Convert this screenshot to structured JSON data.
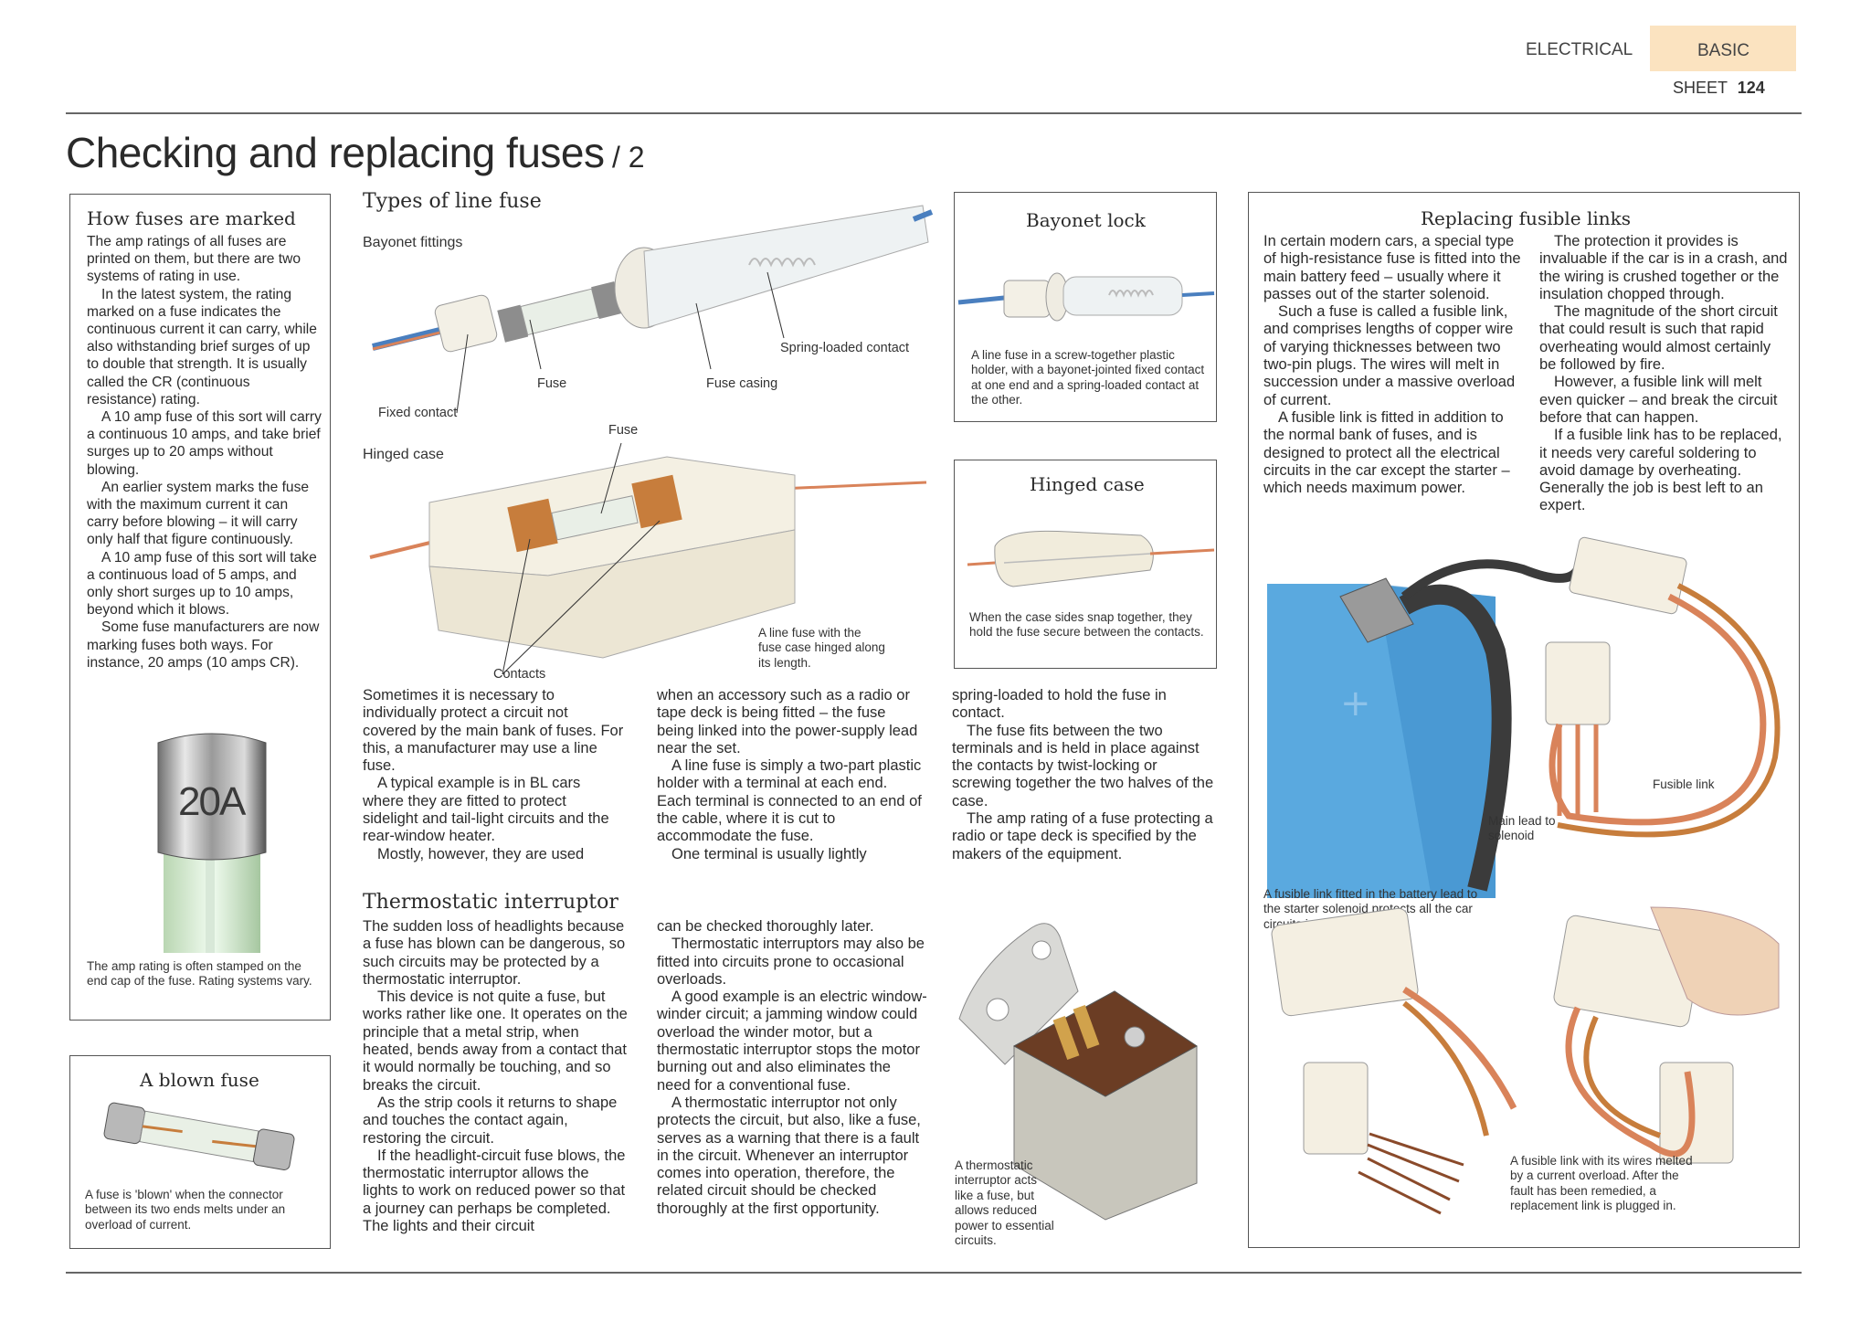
{
  "header": {
    "section": "ELECTRICAL",
    "level": "BASIC",
    "sheet_label": "SHEET",
    "sheet_number": "124"
  },
  "title": {
    "main": "Checking and replacing fuses",
    "part": "/ 2"
  },
  "how_fuses_marked": {
    "title": "How fuses are marked",
    "paragraphs": [
      "The amp ratings of all fuses are printed on them, but there are two systems of rating in use.",
      "In the latest system, the rating marked on a fuse indicates the continuous current it can carry, while also withstanding brief surges of up to double that strength. It is usually called the CR (continuous resistance) rating.",
      "A 10 amp fuse of this sort will carry a continuous 10 amps, and take brief surges up to 20 amps without blowing.",
      "An earlier system marks the fuse with the maximum current it can carry before blowing – it will carry only half that figure continuously.",
      "A 10 amp fuse of this sort will take a continuous load of 5 amps, and only short surges up to 10 amps, beyond which it blows.",
      "Some fuse manufacturers are now marking fuses both ways. For instance, 20 amps (10 amps CR)."
    ],
    "stamp_text": "20A",
    "caption": "The amp rating is often stamped on the end cap of the fuse. Rating systems vary."
  },
  "blown_fuse": {
    "title": "A blown fuse",
    "caption": "A fuse is 'blown' when the connector between its two ends melts under an overload of current."
  },
  "line_fuse": {
    "title": "Types of line fuse",
    "bayonet_heading": "Bayonet fittings",
    "hinged_heading": "Hinged case",
    "labels": {
      "fixed_contact": "Fixed contact",
      "fuse": "Fuse",
      "fuse_casing": "Fuse casing",
      "spring_contact": "Spring-loaded contact",
      "fuse_top": "Fuse",
      "contacts": "Contacts"
    },
    "hinged_caption": "A line fuse with the fuse case hinged along its length."
  },
  "bayonet_lock": {
    "title": "Bayonet lock",
    "caption": "A line fuse in a screw-together plastic holder, with a bayonet-jointed fixed contact at one end and a spring-loaded contact at the other."
  },
  "hinged_case": {
    "title": "Hinged case",
    "caption": "When the case sides snap together, they hold the fuse secure between the contacts."
  },
  "line_fuse_text": {
    "col1": [
      "Sometimes it is necessary to individually protect a circuit not covered by the main bank of fuses. For this, a manufacturer may use a line fuse.",
      "A typical example is in BL cars where they are fitted to protect sidelight and tail-light circuits and the rear-window heater.",
      "Mostly, however, they are used"
    ],
    "col2": [
      "when an accessory such as a radio or tape deck is being fitted – the fuse being linked into the power-supply lead near the set.",
      "A line fuse is simply a two-part plastic holder with a terminal at each end. Each terminal is connected to an end of the cable, where it is cut to accommodate the fuse.",
      "One terminal is usually lightly"
    ],
    "col3": [
      "spring-loaded to hold the fuse in contact.",
      "The fuse fits between the two terminals and is held in place against the contacts by twist-locking or screwing together the two halves of the case.",
      "The amp rating of a fuse protecting a radio or tape deck is specified by the makers of the equipment."
    ]
  },
  "thermostatic": {
    "title": "Thermostatic interruptor",
    "col1": [
      "The sudden loss of headlights because a fuse has blown can be dangerous, so such circuits may be protected by a thermostatic interruptor.",
      "This device is not quite a fuse, but works rather like one. It operates on the principle that a metal strip, when heated, bends away from a contact that it would normally be touching, and so breaks the circuit.",
      "As the strip cools it returns to shape and touches the contact again, restoring the circuit.",
      "If the headlight-circuit fuse blows, the thermostatic interruptor allows the lights to work on reduced power so that a journey can perhaps be completed. The lights and their circuit"
    ],
    "col2": [
      "can be checked thoroughly later.",
      "Thermostatic interruptors may also be fitted into circuits prone to occasional overloads.",
      "A good example is an electric window-winder circuit; a jamming window could overload the winder motor, but a thermostatic interruptor stops the motor burning out and also eliminates the need for a conventional fuse.",
      "A thermostatic interruptor not only protects the circuit, but also, like a fuse, serves as a warning that there is a fault in the circuit. Whenever an interruptor comes into operation, therefore, the related circuit should be checked thoroughly at the first opportunity."
    ],
    "caption": "A thermostatic interruptor acts like a fuse, but allows reduced power to essential circuits."
  },
  "fusible": {
    "title": "Replacing fusible links",
    "col1": [
      "In certain modern cars, a special type of high-resistance fuse is fitted into the main battery feed – usually where it passes out of the starter solenoid.",
      "Such a fuse is called a fusible link, and comprises lengths of copper wire of varying thicknesses between two two-pin plugs. The wires will melt in succession under a massive overload of current.",
      "A fusible link is fitted in addition to the normal bank of fuses, and is designed to protect all the electrical circuits in the car except the starter – which needs maximum power."
    ],
    "col2": [
      "The protection it provides is invaluable if the car is in a crash, and the wiring is crushed together or the insulation chopped through.",
      "The magnitude of the short circuit that could result is such that rapid overheating would almost certainly be followed by fire.",
      "However, a fusible link will melt even quicker – and break the circuit before that can happen.",
      "If a fusible link has to be replaced, it needs very careful soldering to avoid damage by overheating. Generally the job is best left to an expert."
    ],
    "labels": {
      "fusible_link": "Fusible link",
      "main_lead": "Main lead to solenoid"
    },
    "battery_caption": "A fusible link fitted in the battery lead to the starter solenoid protects all the car circuits in an emergency.",
    "melted_caption": "A fusible link with its wires melted by a current overload. After the fault has been remedied, a replacement link is plugged in."
  },
  "colors": {
    "basic_tab": "#fbe3c0",
    "battery_blue": "#5aa9df",
    "wire_orange": "#d9835a",
    "copper": "#c77d3c"
  }
}
